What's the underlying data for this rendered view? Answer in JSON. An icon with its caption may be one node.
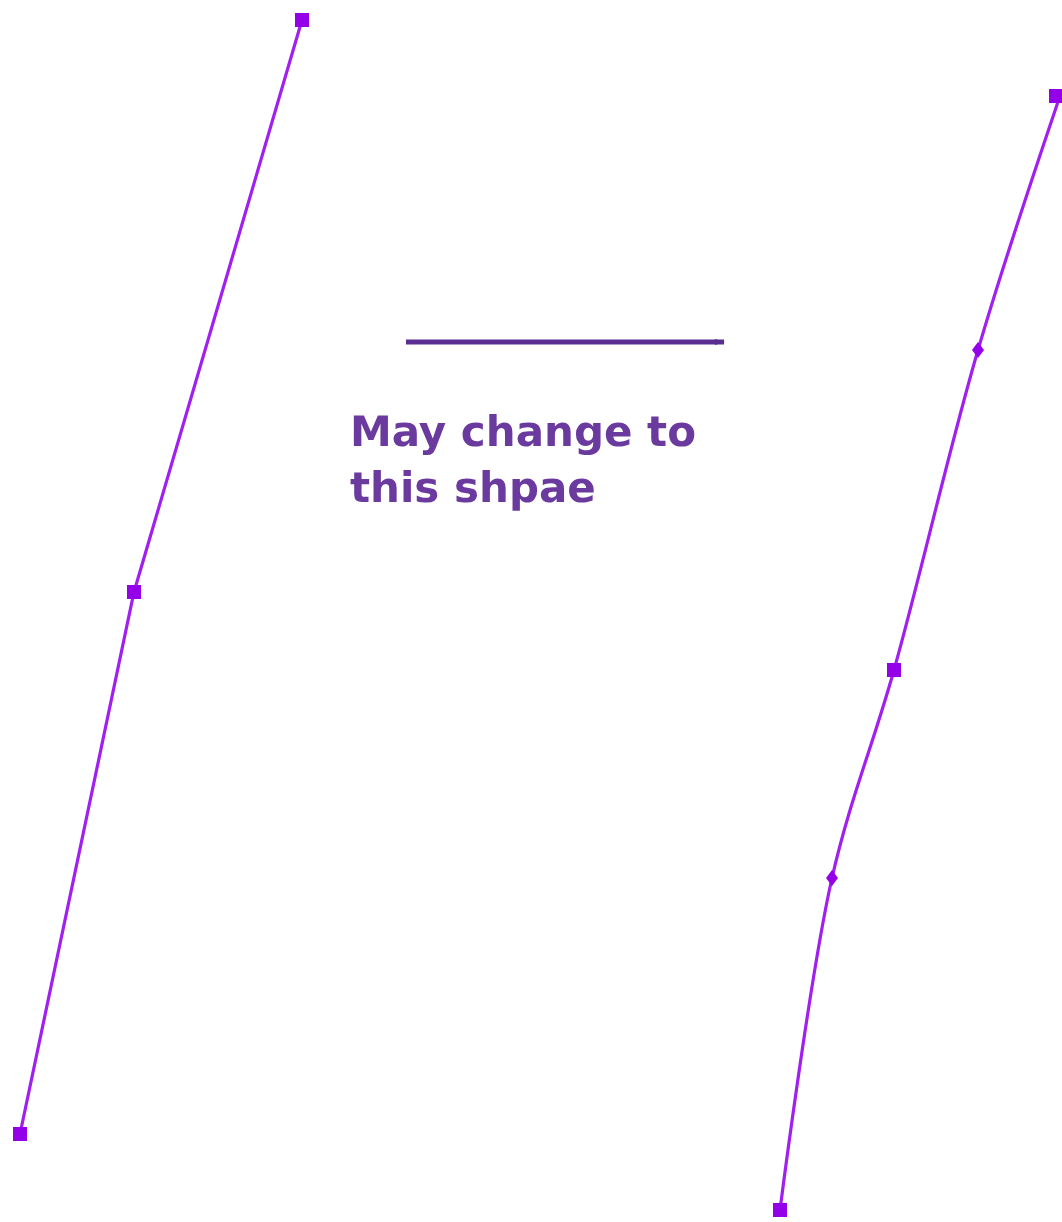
{
  "diagram": {
    "nodes": [
      {
        "text": [],
        "shape": "picture"
      },
      {
        "text": [],
        "shape": "picture"
      }
    ],
    "edges": [
      {
        "from": 0,
        "to": 1,
        "arrow": "to"
      }
    ],
    "labels": [
      "May change to this shpae"
    ]
  }
}
